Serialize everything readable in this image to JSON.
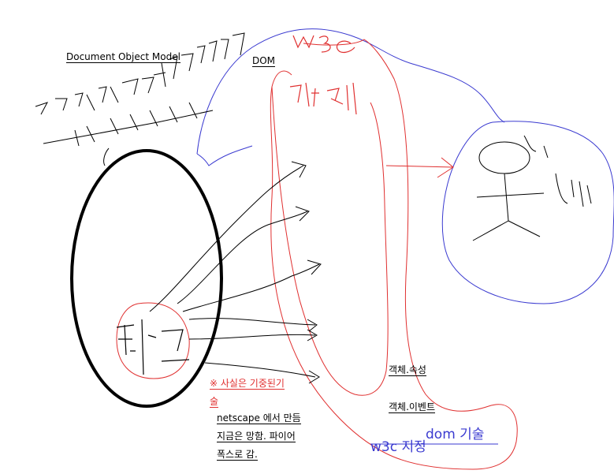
{
  "labels": {
    "document_object_model": "Document Object Model",
    "dom": "DOM",
    "handwritten_w3c": "w3c",
    "handwritten_object": "객체",
    "handwritten_tag": "태그",
    "standard_tech": "※ 사실은 기중된기",
    "standard_tech_cont": "술",
    "netscape": "netscape 에서 만듬",
    "now_bankrupt": "지금은 망함. 파이어",
    "to_firefox": "폭스로 감.",
    "object_property": "객체.속성",
    "object_event": "객체.이벤트",
    "dom_tech": "dom 기술",
    "w3c_designated": "w3c 지정"
  },
  "colors": {
    "black": "#000000",
    "red": "#e03030",
    "blue": "#3a3ad0"
  }
}
